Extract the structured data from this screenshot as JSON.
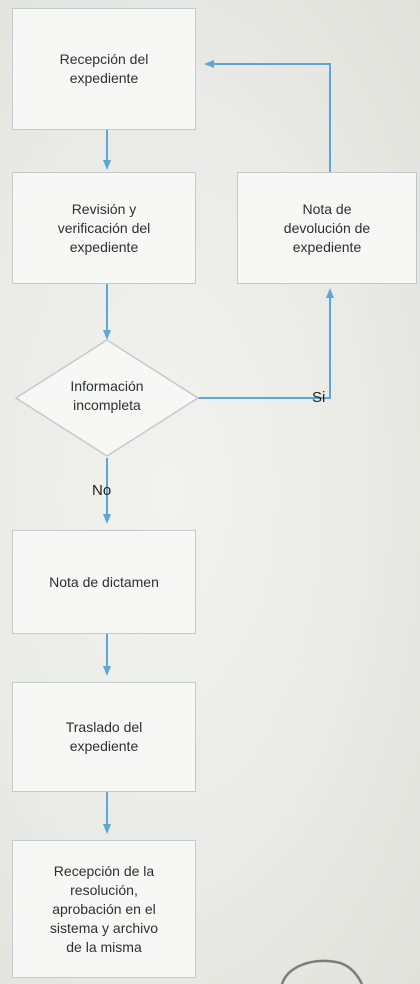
{
  "nodes": {
    "recepcion_expediente": "Recepción del\nexpediente",
    "revision_verificacion": "Revisión y\nverificación del\nexpediente",
    "nota_devolucion": "Nota de\ndevolución de\nexpediente",
    "informacion_incompleta": "Información\nincompleta",
    "nota_dictamen": "Nota de dictamen",
    "traslado_expediente": "Traslado del\nexpediente",
    "recepcion_resolucion": "Recepción de la\nresolución,\naprobación en el\nsistema y archivo\nde la misma"
  },
  "edge_labels": {
    "yes": "Si",
    "no": "No"
  },
  "colors": {
    "box_border": "#c4c9ce",
    "connector": "#5aa6d6"
  }
}
